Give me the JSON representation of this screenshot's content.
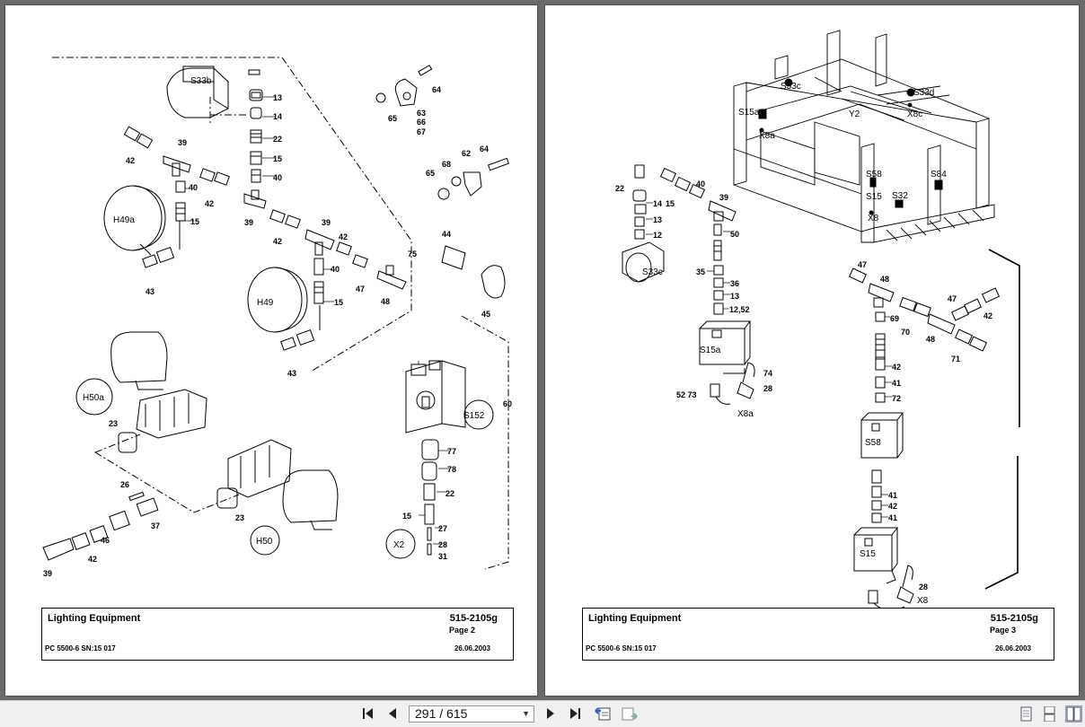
{
  "left_page": {
    "title": "Lighting Equipment",
    "model": "PC 5500-6 SN:15 017",
    "code": "515-2105g",
    "page": "Page 2",
    "date": "26.06.2003",
    "labels": {
      "s33b": "S33b",
      "n13": "13",
      "n14": "14",
      "n22": "22",
      "n15a": "15",
      "n40a": "40",
      "n64a": "64",
      "n65a": "65",
      "n63": "63",
      "n66": "66",
      "n67": "67",
      "n42a": "42",
      "n39a": "39",
      "n40b": "40",
      "n42b": "42",
      "n15b": "15",
      "h49a": "H49a",
      "n39b": "39",
      "n42c": "42",
      "n39c": "39",
      "n42d": "42",
      "n40c": "40",
      "n47": "47",
      "n48": "48",
      "n15c": "15",
      "n75": "75",
      "n62": "62",
      "n64b": "64",
      "n68": "68",
      "n65b": "65",
      "n44": "44",
      "n45": "45",
      "h49": "H49",
      "n43a": "43",
      "n43b": "43",
      "h50a": "H50a",
      "n23a": "23",
      "n26": "26",
      "n37": "37",
      "n46": "46",
      "n42e": "42",
      "n39d": "39",
      "n23b": "23",
      "h50": "H50",
      "s152": "S152",
      "n60": "60",
      "n77": "77",
      "n78": "78",
      "n22b": "22",
      "n15d": "15",
      "n27": "27",
      "x2": "X2",
      "n28": "28",
      "n31": "31"
    }
  },
  "right_page": {
    "title": "Lighting Equipment",
    "model": "PC 5500-6 SN:15 017",
    "code": "515-2105g",
    "page": "Page 3",
    "date": "26.06.2003",
    "labels": {
      "s33c": "S33c",
      "s33d": "S33d",
      "x8c": "X8c",
      "s15a_top": "S15a",
      "x8a_top": "X8a",
      "y2": "Y2",
      "s58_top": "S58",
      "s15_top": "S15",
      "s32": "S32",
      "x8_top": "X8",
      "s84": "S84",
      "n22": "22",
      "n14": "14",
      "n15": "15",
      "n13a": "13",
      "n12a": "12",
      "s33c_b": "S33c",
      "n40": "40",
      "n39": "39",
      "n50": "50",
      "n35": "35",
      "n36": "36",
      "n13b": "13",
      "n1252": "12,52",
      "s15a": "S15a",
      "n74": "74",
      "n28a": "28",
      "n52_73": "52 73",
      "x8a": "X8a",
      "n47a": "47",
      "n48a": "48",
      "n69": "69",
      "n70": "70",
      "n48b": "48",
      "n47b": "47",
      "n42a": "42",
      "n71": "71",
      "n42b": "42",
      "n41a": "41",
      "n72": "72",
      "s58": "S58",
      "n41b": "41",
      "n42c": "42",
      "n41c": "41",
      "s15": "S15",
      "n28b": "28",
      "x8": "X8"
    }
  },
  "toolbar": {
    "first_icon": "first-page-icon",
    "prev_icon": "previous-page-icon",
    "page_indicator": "291 / 615",
    "next_icon": "next-page-icon",
    "last_icon": "last-page-icon"
  }
}
